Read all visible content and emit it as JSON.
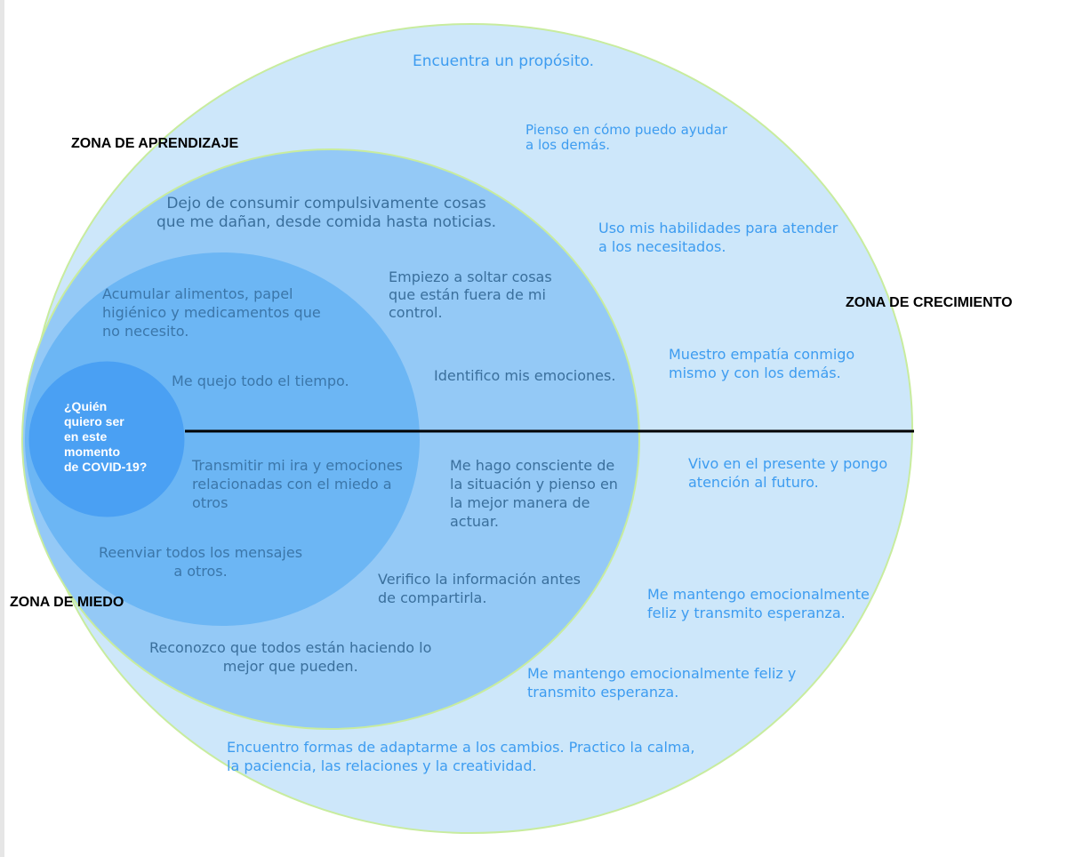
{
  "colors": {
    "outer_zone": "#cde7fa",
    "outer_stroke": "#c8ec9e",
    "middle_zone": "#94c9f6",
    "inner_zone": "#6cb6f4",
    "center_circle": "#4aa0f3",
    "divider": "#000000"
  },
  "zones": {
    "growth_label": "ZONA DE CRECIMIENTO",
    "learning_label": "ZONA DE APRENDIZAJE",
    "fear_label": "ZONA DE MIEDO"
  },
  "center": {
    "text": "¿Quién\nquiero ser\nen este\nmomento\nde COVID-19?"
  },
  "growth_items": {
    "purpose": "Encuentra un propósito.",
    "help_others": "Pienso en cómo puedo ayudar\na los demás.",
    "skills": "Uso mis habilidades para atender\na los necesitados.",
    "empathy": "Muestro empatía conmigo\nmismo y con los demás.",
    "present": "Vivo en el presente y pongo\natención al futuro.",
    "happy_1": "Me mantengo emocionalmente\nfeliz y transmito esperanza.",
    "happy_2": "Me mantengo emocionalmente feliz y\ntransmito esperanza.",
    "adapt": "Encuentro formas de adaptarme a los cambios.  Practico la calma,\nla paciencia, las relaciones y la creatividad."
  },
  "learning_items": {
    "stop_consuming": "Dejo de consumir compulsivamente cosas\nque me dañan, desde comida hasta noticias.",
    "let_go": "Empiezo a soltar cosas\nque están fuera de mi\ncontrol.",
    "emotions": "Identifico mis emociones.",
    "aware": "Me hago consciente de\nla situación y pienso en\nla  mejor manera de\nactuar.",
    "verify": "Verifico la información antes\nde compartirla.",
    "recognize": "Reconozco que todos están haciendo lo\nmejor que pueden."
  },
  "fear_items": {
    "hoard": "Acumular alimentos, papel\nhigiénico y medicamentos que\nno necesito.",
    "complain": "Me quejo todo el tiempo.",
    "anger": "Transmitir mi ira y emociones\nrelacionadas con el miedo a\notros",
    "forward": "Reenviar todos los mensajes\n a otros."
  }
}
